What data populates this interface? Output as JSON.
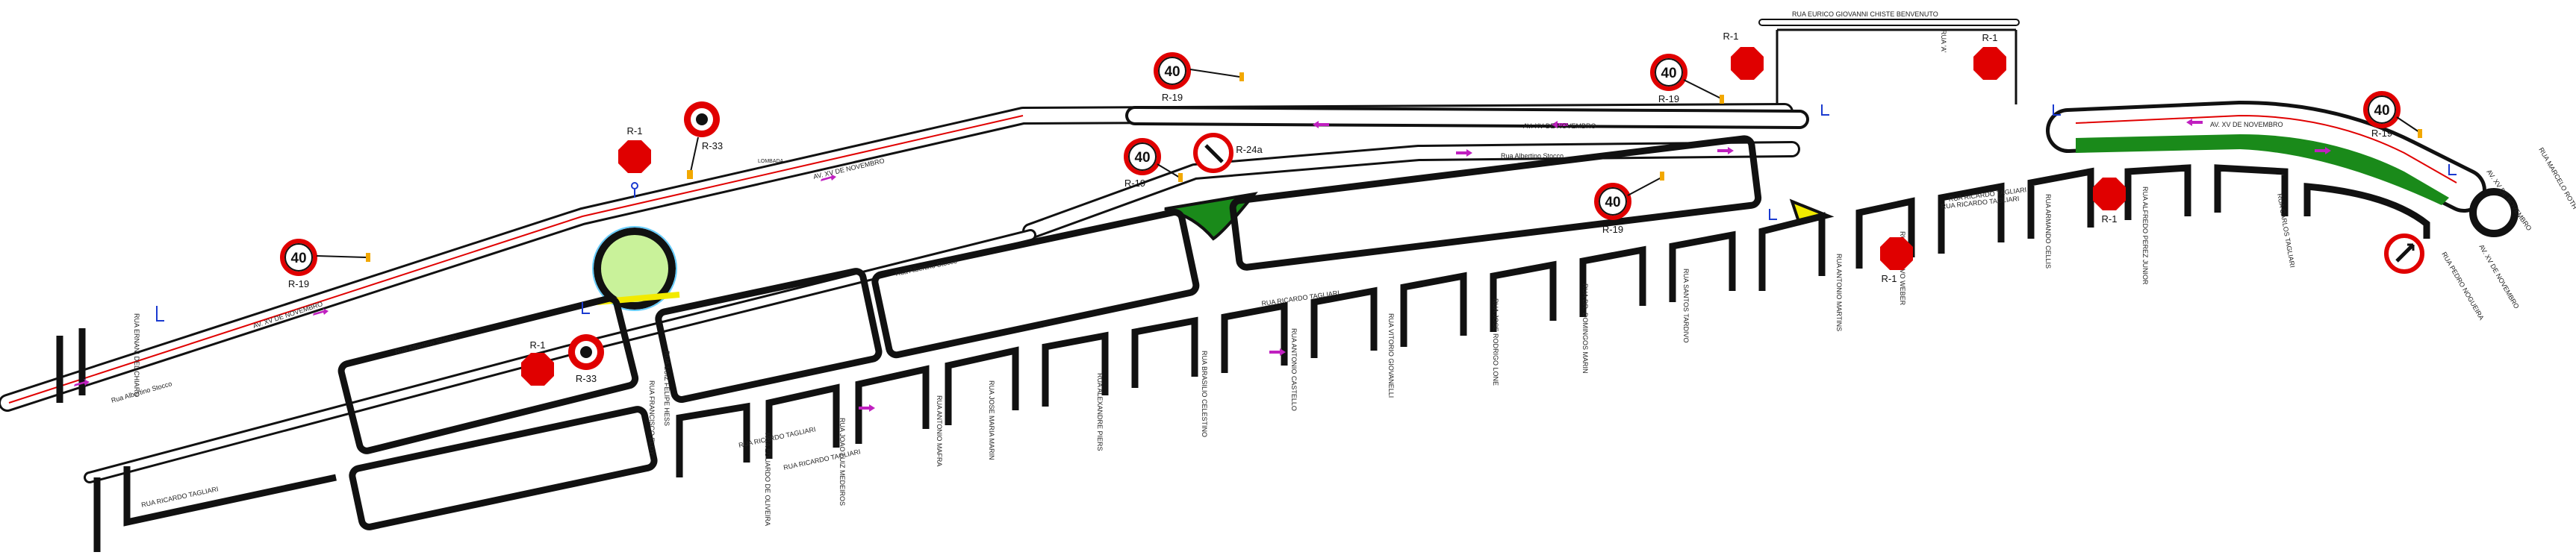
{
  "streets": {
    "av_xv_1": "AV. XV DE NOVEMBRO",
    "av_xv_2": "AV. XV DE NOVEMBRO",
    "av_xv_3": "AV. XV DE NOVEMBRO",
    "av_xv_4": "AV. XV DE NOVEMBRO",
    "av_xv_5": "AV. XV DE NOVEMBRO",
    "eurico": "RUA EURICO GIOVANNI CHISTE BENVENUTO",
    "alberino_1": "Rua Albertino Stocco",
    "alberino_2": "Rua Albertino Stocco",
    "alberino_3": "Rua Albertino Stocco",
    "alberino_4": "Rua Albertino Stocco",
    "tagliari_1": "RUA RICARDO TAGLIARI",
    "tagliari_2": "RUA RICARDO TAGLIARI",
    "tagliari_3": "RUA RICARDO TAGLIARI",
    "tagliari_4": "RUA RICARDO TAGLIARI",
    "tagliari_5": "RUA RICARDO TAGLIARI",
    "tagliari_6": "RUA RICARDO TAGLIARI",
    "ernani": "RUA ERNANI DEL CHIARO",
    "lombada": "LOMBADA",
    "v1": "RUA LUIZ FELIPE HESS",
    "v2": "RUA FRANCISCO ELOY",
    "v3": "RUA EDUARDO DE OLIVEIRA",
    "v4": "RUA JOAO LUIZ MEDEIROS",
    "v5": "RUA ANTONIO MAFRA",
    "v6": "RUA JOSE MARIA MARIN",
    "v7": "RUA ALEXANDRE PIERS",
    "v8": "RUA BRASILIO CELESTINO",
    "v9": "RUA ANTONIO CASTELLO",
    "v10": "RUA VITORIO GIOVANELLI",
    "v11": "RUA JOSE RODRIGO LONE",
    "v12": "RUA DR. DOMINGOS MARIN",
    "v13": "RUA SANTOS TARDIVO",
    "v14": "RUA ANTONIO MARTINS",
    "v15": "RUA GUSTAVO WEBER",
    "v16": "RUA ARMANDO CELLIS",
    "v17": "RUA ALFREDO PEREZ JUNIOR",
    "v18": "RUA CARLOS TAGLIARI",
    "v19": "RUA PEDRO NOGUEIRA",
    "v20": "RUA MARCELO ROTH",
    "v21": "AV. XV DE NOVEMBRO",
    "v22": "RUA 'A'"
  },
  "signs": {
    "speed_value": "40",
    "r19_code": "R-19",
    "r1_code": "R-1",
    "r33_code": "R-33",
    "r24a_code": "R-24a"
  },
  "colors": {
    "road": "#111111",
    "mark_red": "#e00000",
    "green_island": "#1a8a1a",
    "yellow": "#f2ea00",
    "flow_arrow": "#c020c0"
  }
}
